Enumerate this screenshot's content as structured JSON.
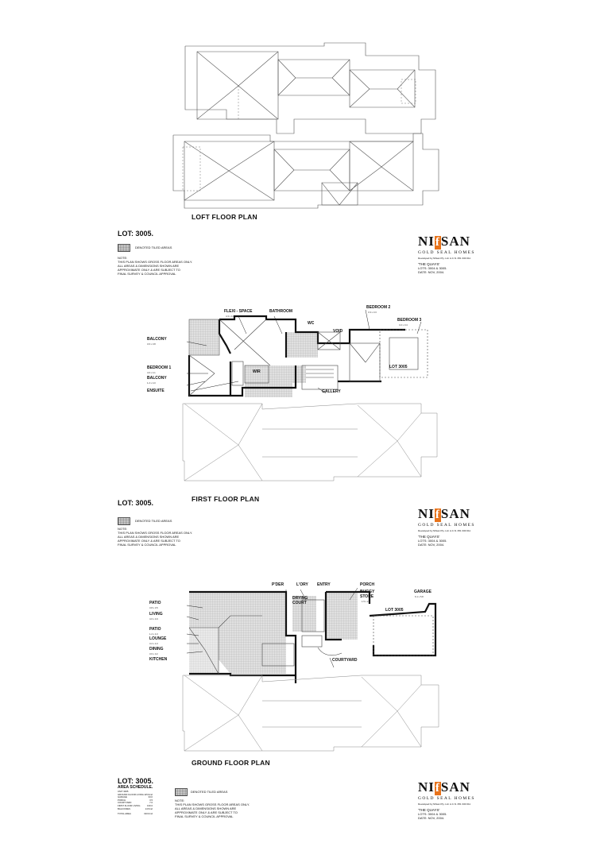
{
  "sheets": [
    {
      "title": "LOFT FLOOR PLAN",
      "lot_label": "LOT: 3005.",
      "legend_text": "DENOTED TILED AREAS",
      "note_lines": [
        "NOTE:",
        "THIS PLAN SHOWS GROSS FLOOR AREAS ONLY.",
        "ALL AREAS & DIMENSIONS SHOWN ARE",
        "APPROXIMATE ONLY & ARE SUBJECT TO",
        "FINAL SURVEY & COUNCIL APPROVAL"
      ]
    },
    {
      "title": "FIRST FLOOR PLAN",
      "lot_label": "LOT: 3005.",
      "legend_text": "DENOTED TILED AREAS",
      "note_lines": [
        "NOTE:",
        "THIS PLAN SHOWS GROSS FLOOR AREAS ONLY.",
        "ALL AREAS & DIMENSIONS SHOWN ARE",
        "APPROXIMATE ONLY & ARE SUBJECT TO",
        "FINAL SURVEY & COUNCIL APPROVAL"
      ],
      "rooms": {
        "flexi_space": "FLEXI - SPACE",
        "bathroom": "BATHROOM",
        "bedroom2": "BEDROOM 2",
        "bedroom3": "BEDROOM 3",
        "wc": "WC",
        "void": "VOID",
        "balcony1": "BALCONY",
        "bedroom1": "BEDROOM 1",
        "balcony2": "BALCONY",
        "ensuite": "ENSUITE",
        "wir": "WIR",
        "gallery": "GALLERY",
        "lot": "LOT 3005"
      },
      "dims": {
        "flexi_space": "4.3 x 4.1",
        "bedroom2": "3.3 x 3.3",
        "bedroom3": "3.2 x 3.4",
        "balcony1": "3.6 x 3.8",
        "bedroom1": "4.0 x 4.1",
        "balcony2": "1.2 x 4.0"
      }
    },
    {
      "title": "GROUND FLOOR PLAN",
      "lot_label": "LOT: 3005.",
      "area_schedule_title": "AREA SCHEDULE.",
      "legend_text": "DENOTED TILED AREAS",
      "note_lines": [
        "NOTE:",
        "THIS PLAN SHOWS GROSS FLOOR AREAS ONLY.",
        "ALL AREAS & DIMENSIONS SHOWN ARE",
        "APPROXIMATE ONLY & ARE SUBJECT TO",
        "FINAL SURVEY & COUNCIL APPROVAL"
      ],
      "rooms": {
        "pder": "P'DER",
        "lory": "L'ORY",
        "entry": "ENTRY",
        "porch": "PORCH",
        "drying_court": "DRYING COURT",
        "buggy_store": "BUGGY STORE",
        "garage": "GARAGE",
        "patio1": "PATIO",
        "living": "LIVING",
        "patio2": "PATIO",
        "lounge": "LOUNGE",
        "dining": "DINING",
        "kitchen": "KITCHEN",
        "courtyard": "COURTYARD",
        "lot": "LOT 3005"
      },
      "dims": {
        "patio1": "3.8 x 3.5",
        "living": "4.0 x 4.9",
        "patio2": "1.2 x 4.3",
        "lounge": "3.2 x 4.3",
        "dining": "3.6 x 3.2",
        "garage": "6.1 x 5.8",
        "buggy_store": "1.5 x 2.4"
      },
      "schedule": [
        {
          "label": "UNIT 3005",
          "value": ""
        },
        {
          "label": "GROUND FLOOR LIVING",
          "value": "115.9m2"
        },
        {
          "label": "GARAGE",
          "value": "33.0"
        },
        {
          "label": "PORCH",
          "value": "3.5"
        },
        {
          "label": "COURTYARD",
          "value": "7.0"
        },
        {
          "label": "FIRST FLOOR LIVING",
          "value": "130.0"
        },
        {
          "label": "BALCONIES",
          "value": "14.5m2"
        },
        {
          "label": "TOTAL AREA",
          "value": "310.0m2"
        }
      ]
    }
  ],
  "logo": {
    "brand_left": "NI",
    "brand_f": "f",
    "brand_right": "SAN",
    "tagline": "GOLD SEAL HOMES",
    "developer": "Developed by Nifsan Pty. Ltd. A.C.N. 051 330 011",
    "project": "'THE QUAYS'",
    "lots": "LOTS: 3004 & 3005.",
    "date": "DATE: NOV, 2004."
  }
}
